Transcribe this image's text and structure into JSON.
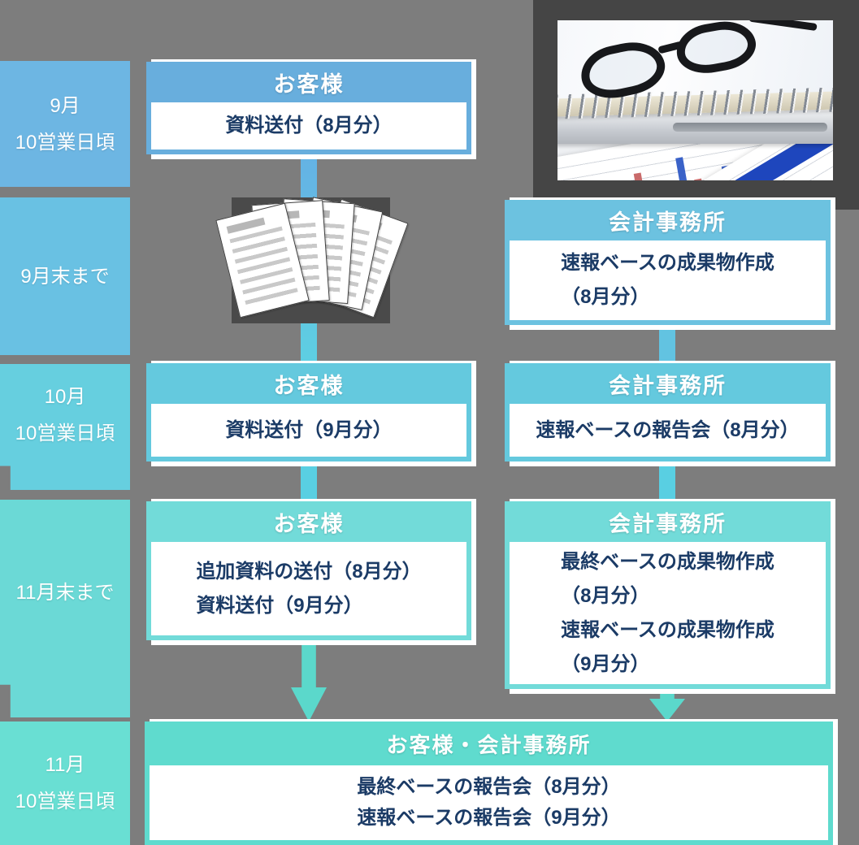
{
  "colors": {
    "background": "#7d7d7d",
    "dark_panel": "#454545",
    "navy_text": "#1b3b66",
    "step1_blue": "#68aedd",
    "step1b_blue": "#6cc2e0",
    "step2_cyan": "#64c9de",
    "step3_teal": "#72dbd9",
    "final_mint": "#5fdbce",
    "arrow_teal": "#5bd8cb"
  },
  "timeline": {
    "items": [
      {
        "lines": [
          "9月",
          "10営業日頃"
        ]
      },
      {
        "lines": [
          "9月末まで"
        ]
      },
      {
        "lines": [
          "10月",
          "10営業日頃"
        ]
      },
      {
        "lines": [
          "11月末まで"
        ]
      },
      {
        "lines": [
          "11月",
          "10営業日頃"
        ]
      }
    ]
  },
  "cards": {
    "customer1": {
      "header": "お客様",
      "lines": [
        "資料送付（8月分）"
      ]
    },
    "office1": {
      "header": "会計事務所",
      "lines": [
        "速報ベースの成果物作成",
        "（8月分）"
      ]
    },
    "customer2": {
      "header": "お客様",
      "lines": [
        "資料送付（9月分）"
      ]
    },
    "office2": {
      "header": "会計事務所",
      "lines": [
        "速報ベースの報告会（8月分）"
      ]
    },
    "customer3": {
      "header": "お客様",
      "lines": [
        "追加資料の送付（8月分）",
        "資料送付（9月分）"
      ]
    },
    "office3": {
      "header": "会計事務所",
      "lines": [
        "最終ベースの成果物作成",
        "（8月分）",
        "速報ベースの成果物作成",
        "（9月分）"
      ]
    },
    "final": {
      "header": "お客様・会計事務所",
      "lines": [
        "最終ベースの報告会（8月分）",
        "速報ベースの報告会（9月分）"
      ]
    }
  }
}
